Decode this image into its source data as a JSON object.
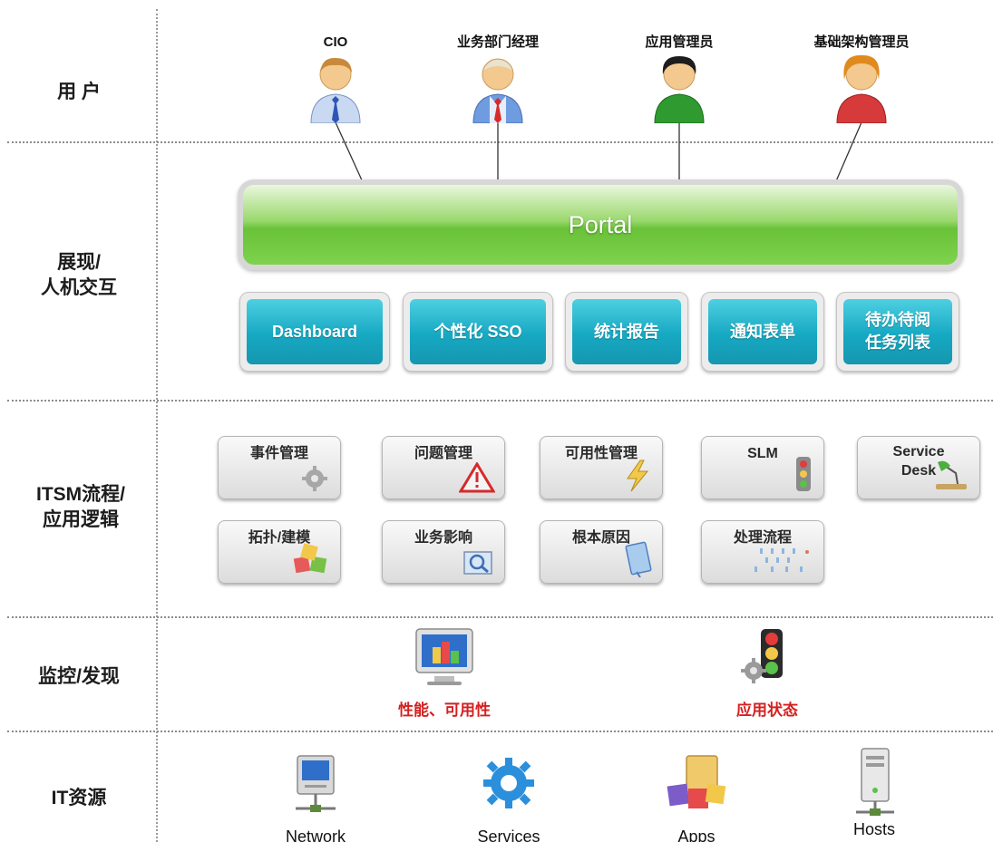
{
  "layers": {
    "users": "用 户",
    "presentation": "展现/\n人机交互",
    "itsm": "ITSM流程/\n应用逻辑",
    "monitor": "监控/发现",
    "resources": "IT资源"
  },
  "users": [
    {
      "name": "CIO",
      "icon": "user-blue-tie-icon",
      "shirt": "#c9d9f2"
    },
    {
      "name": "业务部门经理",
      "icon": "user-red-tie-icon",
      "shirt": "#b9cdea"
    },
    {
      "name": "应用管理员",
      "icon": "user-green-icon",
      "shirt": "#2f9a2f"
    },
    {
      "name": "基础架构管理员",
      "icon": "user-red-icon",
      "shirt": "#d63a3a"
    }
  ],
  "portal": {
    "label": "Portal"
  },
  "presentation": [
    {
      "label": "Dashboard"
    },
    {
      "label": "个性化 SSO"
    },
    {
      "label": "统计报告"
    },
    {
      "label": "通知表单"
    },
    {
      "label": "待办待阅\n任务列表"
    }
  ],
  "itsm": [
    {
      "label": "事件管理",
      "icon": "gear-icon"
    },
    {
      "label": "问题管理",
      "icon": "warning-icon"
    },
    {
      "label": "可用性管理",
      "icon": "lightning-icon"
    },
    {
      "label": "SLM",
      "icon": "traffic-light-icon"
    },
    {
      "label": "Service\nDesk",
      "icon": "desk-lamp-icon"
    },
    {
      "label": "拓扑/建模",
      "icon": "cubes-icon"
    },
    {
      "label": "业务影响",
      "icon": "magnifier-icon"
    },
    {
      "label": "根本原因",
      "icon": "document-icon"
    },
    {
      "label": "处理流程",
      "icon": "flow-icon"
    }
  ],
  "monitor": [
    {
      "label": "性能、可用性",
      "icon": "monitor-chart-icon"
    },
    {
      "label": "应用状态",
      "icon": "traffic-light-gears-icon"
    }
  ],
  "resources": [
    {
      "label": "Network",
      "icon": "network-computer-icon"
    },
    {
      "label": "Services",
      "icon": "services-gear-icon"
    },
    {
      "label": "Apps",
      "icon": "apps-boxes-icon"
    },
    {
      "label": "Hosts",
      "icon": "server-tower-icon"
    }
  ],
  "colors": {
    "portal": "#69c238",
    "presentation": "#16a8c2",
    "monitor_label": "#d42020"
  }
}
